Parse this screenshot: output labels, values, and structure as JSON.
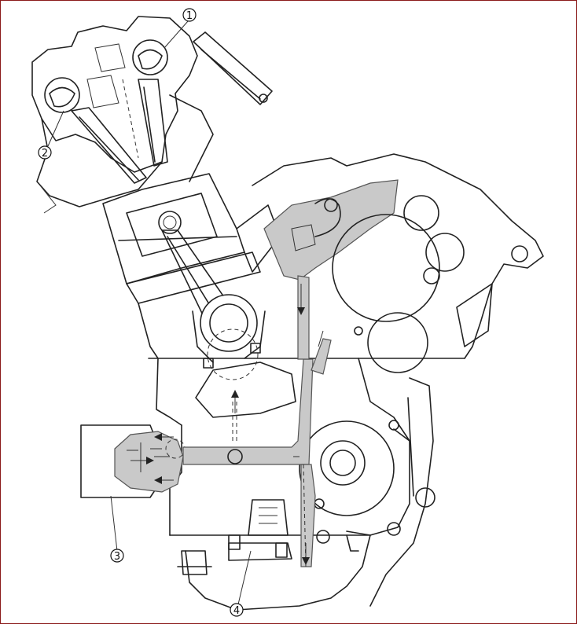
{
  "callouts": [
    {
      "id": "1",
      "label": "1"
    },
    {
      "id": "2",
      "label": "2"
    },
    {
      "id": "3",
      "label": "3"
    },
    {
      "id": "4",
      "label": "4"
    }
  ],
  "colors": {
    "frame": "#8b1a1a",
    "line": "#222222",
    "oil_passage": "#c9c9c9"
  }
}
